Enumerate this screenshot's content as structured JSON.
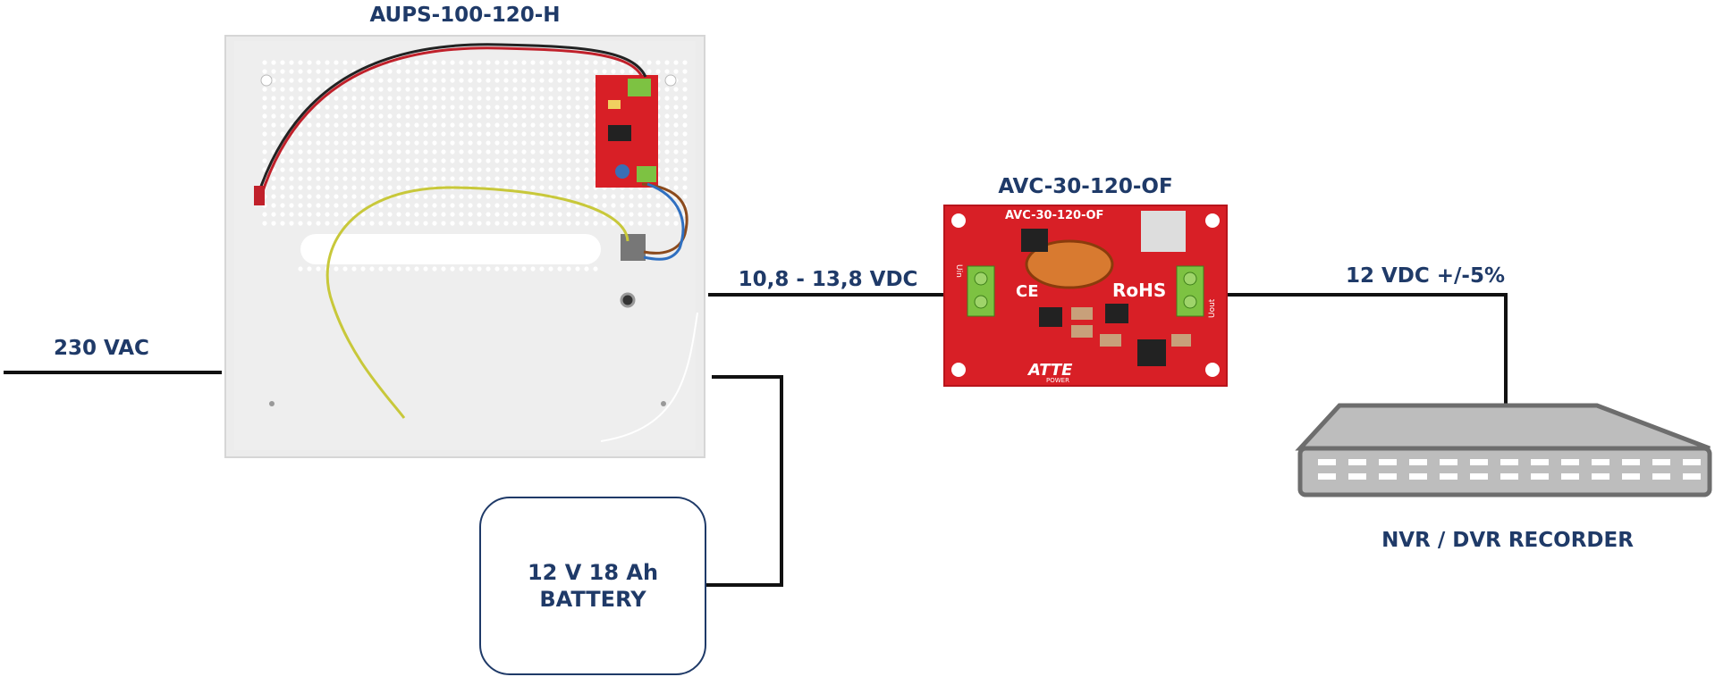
{
  "labels": {
    "aups_title": "AUPS-100-120-H",
    "ac_input": "230 VAC",
    "dc_range": "10,8 - 13,8 VDC",
    "converter_title": "AVC-30-120-OF",
    "output_voltage": "12 VDC +/-5%",
    "recorder": "NVR / DVR RECORDER",
    "battery_line1": "12 V 18 Ah",
    "battery_line2": "BATTERY"
  },
  "board": {
    "silk_model": "AVC-30-120-OF",
    "rohs": "RoHS",
    "ce": "CE",
    "brand": "ATTE",
    "brand_sub": "POWER",
    "vin": "Uin",
    "vout": "Uout"
  },
  "colors": {
    "label": "#1f3a68",
    "wire": "#111111",
    "enclosure": "#ececec",
    "pcb": "#d81f26",
    "terminal": "#7dc242",
    "recorder": "#bdbdbd"
  }
}
